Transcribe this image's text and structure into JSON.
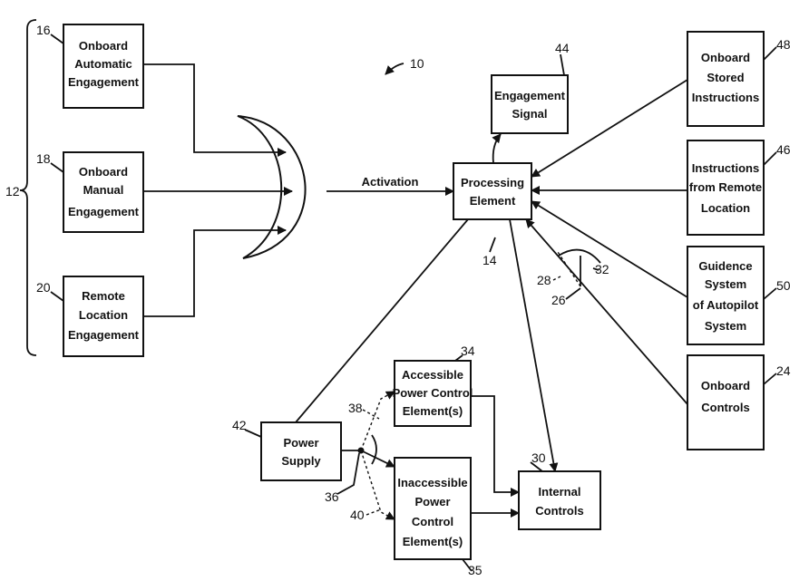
{
  "colors": {
    "line": "#111111",
    "background": "#ffffff"
  },
  "boxes": {
    "onboard_auto": [
      "Onboard",
      "Automatic",
      "Engagement"
    ],
    "onboard_manual": [
      "Onboard",
      "Manual",
      "Engagement"
    ],
    "remote_location": [
      "Remote",
      "Location",
      "Engagement"
    ],
    "engagement_signal": [
      "Engagement",
      "Signal"
    ],
    "processing": [
      "Processing",
      "Element"
    ],
    "stored_instructions": [
      "Onboard",
      "Stored",
      "Instructions"
    ],
    "remote_instructions": [
      "Instructions",
      "from Remote",
      "Location"
    ],
    "guidance": [
      "Guidence",
      "System",
      "of Autopilot",
      "System"
    ],
    "onboard_controls": [
      "Onboard",
      "Controls"
    ],
    "accessible_power": [
      "Accessible",
      "Power Control",
      "Element(s)"
    ],
    "inaccessible_power": [
      "Inaccessible",
      "Power",
      "Control",
      "Element(s)"
    ],
    "power_supply": [
      "Power",
      "Supply"
    ],
    "internal_controls": [
      "Internal",
      "Controls"
    ]
  },
  "labels": {
    "activation": "Activation"
  },
  "refs": {
    "r10": "10",
    "r12": "12",
    "r14": "14",
    "r16": "16",
    "r18": "18",
    "r20": "20",
    "r24": "24",
    "r26": "26",
    "r28": "28",
    "r30": "30",
    "r32": "32",
    "r34": "34",
    "r35": "35",
    "r36": "36",
    "r38": "38",
    "r40": "40",
    "r42": "42",
    "r44": "44",
    "r46": "46",
    "r48": "48",
    "r50": "50"
  }
}
